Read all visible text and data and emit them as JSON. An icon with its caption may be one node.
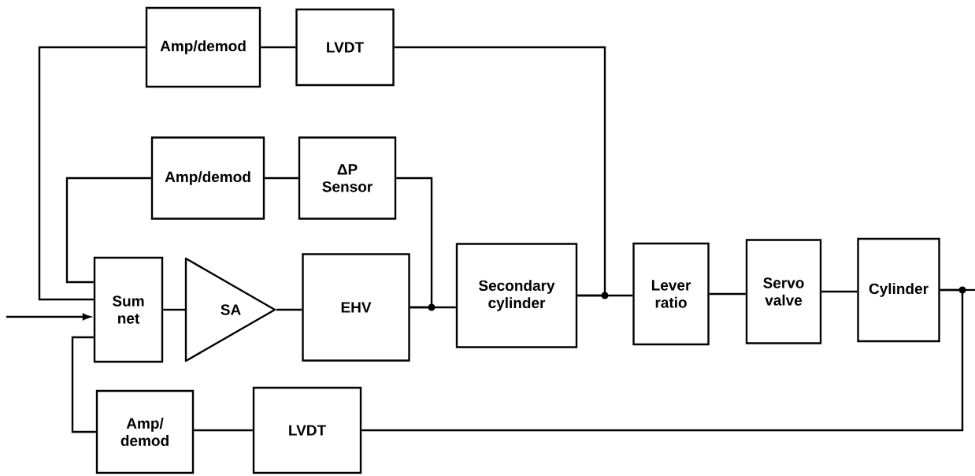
{
  "diagram": {
    "nodes": [
      {
        "text": [
          "Amp/demod"
        ]
      },
      {
        "text": [
          "LVDT"
        ]
      },
      {
        "text": [
          "Amp/demod"
        ]
      },
      {
        "text": [
          "ΔP Sensor"
        ]
      },
      {
        "text": [
          "Sum net"
        ]
      },
      {
        "text": [
          "SA"
        ]
      },
      {
        "text": [
          "EHV"
        ]
      },
      {
        "text": [
          "Secondary cylinder"
        ]
      },
      {
        "text": [
          "Lever ratio"
        ]
      },
      {
        "text": [
          "Servo valve"
        ]
      },
      {
        "text": [
          "Cylinder"
        ]
      },
      {
        "text": [
          "Amp/ demod"
        ]
      },
      {
        "text": [
          "LVDT"
        ]
      }
    ],
    "edges": [
      {
        "from": null,
        "to": 4,
        "arrow": "to"
      },
      {
        "from": 4,
        "to": 5,
        "arrow": "none"
      },
      {
        "from": 5,
        "to": 6,
        "arrow": "none"
      },
      {
        "from": 6,
        "to": 7,
        "arrow": "none"
      },
      {
        "from": 7,
        "to": 8,
        "arrow": "none"
      },
      {
        "from": 8,
        "to": 9,
        "arrow": "none"
      },
      {
        "from": 9,
        "to": 10,
        "arrow": "none"
      },
      {
        "from": 10,
        "to": null,
        "arrow": "none"
      },
      {
        "from": 10,
        "to": 12,
        "arrow": "none"
      },
      {
        "from": 12,
        "to": 11,
        "arrow": "none"
      },
      {
        "from": 11,
        "to": 4,
        "arrow": "none"
      },
      {
        "from": 6,
        "to": 3,
        "arrow": "none"
      },
      {
        "from": 3,
        "to": 2,
        "arrow": "none"
      },
      {
        "from": 2,
        "to": 4,
        "arrow": "none"
      },
      {
        "from": 7,
        "to": 1,
        "arrow": "none"
      },
      {
        "from": 1,
        "to": 0,
        "arrow": "none"
      },
      {
        "from": 0,
        "to": 4,
        "arrow": "none"
      }
    ]
  }
}
